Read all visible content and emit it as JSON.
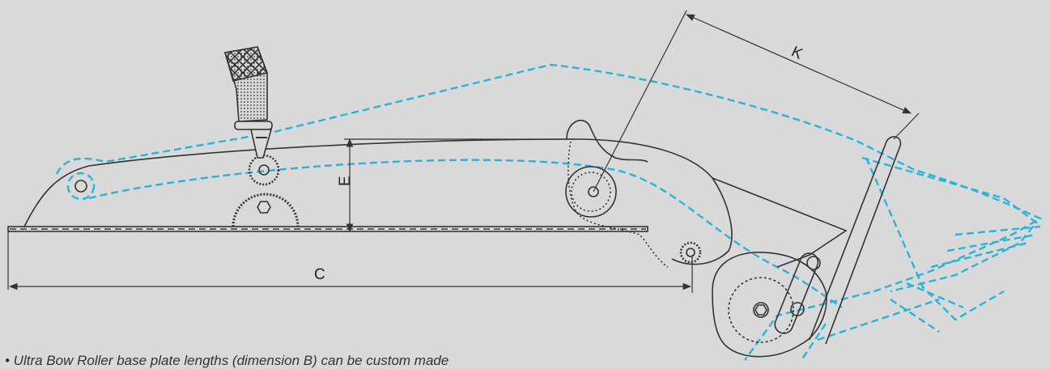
{
  "diagram": {
    "dimension_labels": {
      "k": "K",
      "e": "E",
      "c": "C"
    },
    "note": "• Ultra Bow Roller base plate lengths (dimension B) can be custom made",
    "colors": {
      "background": "#d9d9d9",
      "outline": "#333333",
      "retracted_position": "#27b4dc"
    }
  }
}
